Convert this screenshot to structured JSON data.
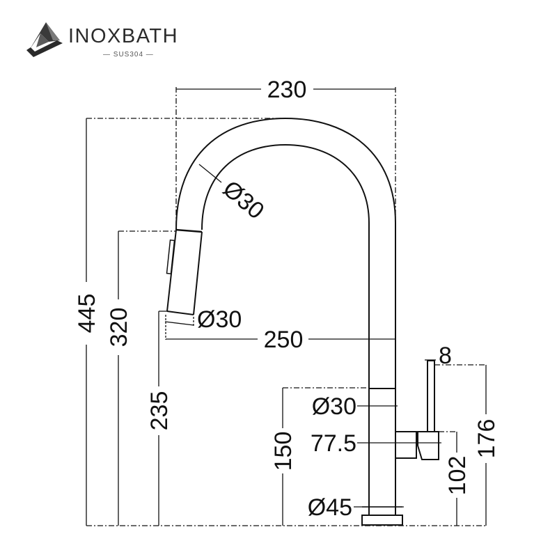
{
  "brand": {
    "name": "INOXBATH",
    "subtitle": "— SUS304 —",
    "logo_icon": "pyramid-logo-icon"
  },
  "drawing": {
    "title": "Pull-down kitchen faucet dimension drawing",
    "units": "mm",
    "colors": {
      "line": "#111111",
      "background": "#ffffff"
    },
    "dimensions": {
      "spout_reach_top": "230",
      "spout_tube_diameter": "Ø30",
      "spray_head_diameter": "Ø30",
      "spout_reach": "250",
      "total_height": "445",
      "spray_head_top_height": "320",
      "spray_outlet_height": "235",
      "body_diameter": "Ø30",
      "handle_center_offset": "77.5",
      "body_height": "150",
      "base_diameter": "Ø45",
      "handle_diameter": "8",
      "handle_height": "102",
      "handle_top_height": "176"
    }
  }
}
